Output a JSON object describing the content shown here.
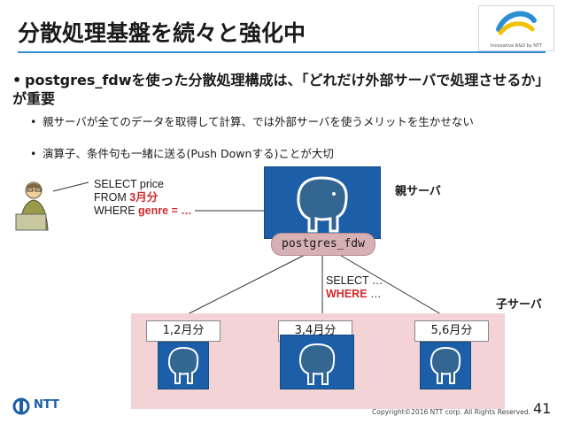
{
  "slide": {
    "title": "分散処理基盤を続々と強化中",
    "logo_caption": "Innovative R&D by NTT",
    "bullet1": "postgres_fdwを使った分散処理構成は、「どれだけ外部サーバで処理させるか」が重要",
    "bullet2": "親サーバが全てのデータを取得して計算、では外部サーバを使うメリットを生かせない",
    "bullet3": "演算子、条件句も一緒に送る(Push Downする)ことが大切",
    "query": {
      "line1": "SELECT price",
      "line2_prefix": "FROM ",
      "line2_red": "3月分",
      "line3_prefix": "WHERE ",
      "line3_red": "genre = …"
    },
    "parent_label": "親サーバ",
    "parent_box_label": "postgres_fdw",
    "pushdown": {
      "line1": "SELECT …",
      "line2_red": "WHERE",
      "line2_suffix": " …"
    },
    "child_label": "子サーバ",
    "children": [
      "1,2月分",
      "3,4月分",
      "5,6月分"
    ],
    "footer_logo": "NTT",
    "copyright": "Copyright©2016  NTT corp. All Rights Reserved.",
    "page_number": "41"
  }
}
